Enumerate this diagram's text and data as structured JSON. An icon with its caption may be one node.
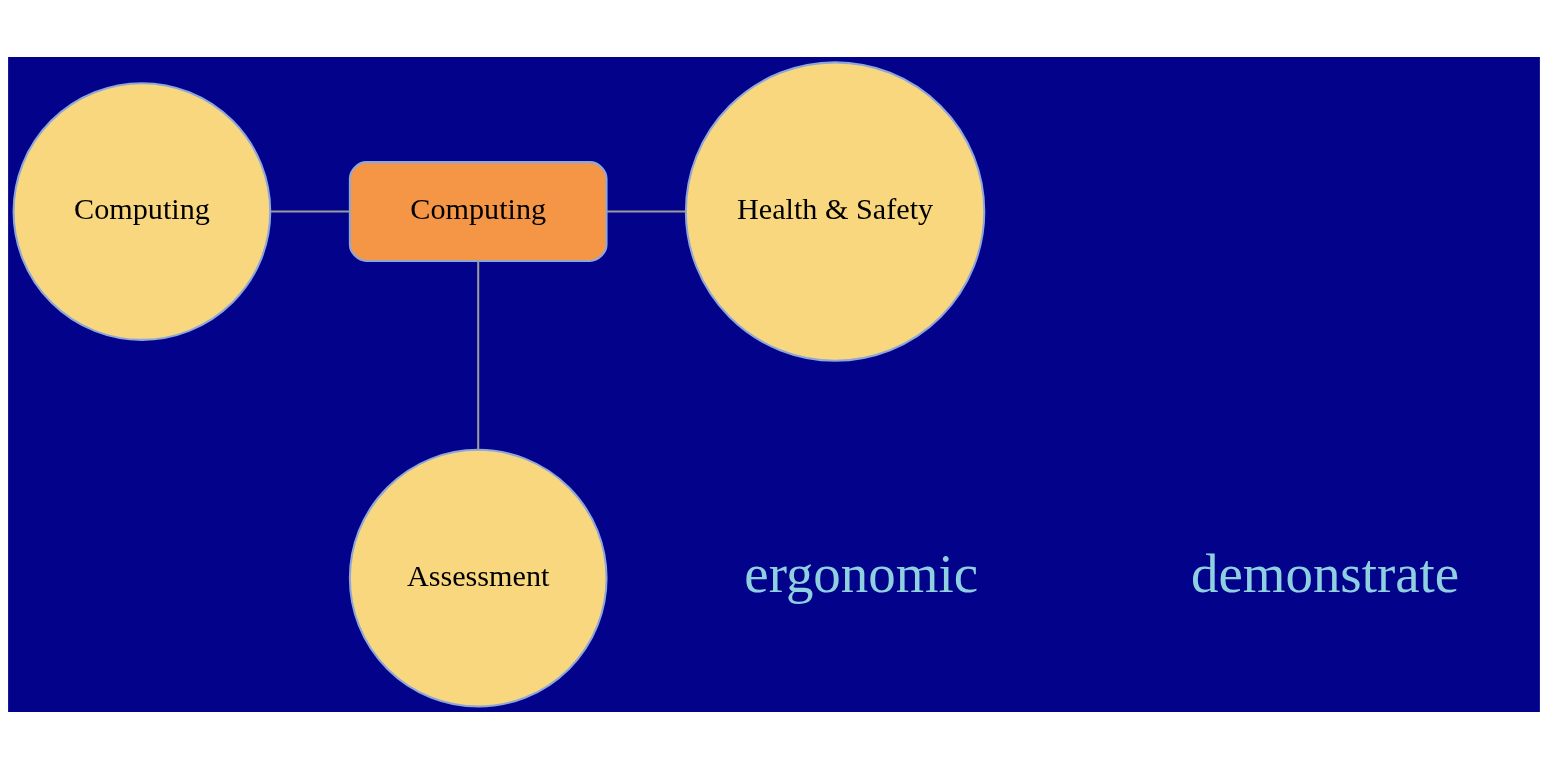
{
  "diagram": {
    "nodes": [
      {
        "text": [
          "Computing"
        ]
      },
      {
        "text": [
          "Computing"
        ]
      },
      {
        "text": [
          "Health & Safety"
        ]
      },
      {
        "text": [
          "Assessment"
        ]
      }
    ],
    "edges": [
      {
        "from": 0,
        "to": 1,
        "arrow": "none"
      },
      {
        "from": 1,
        "to": 2,
        "arrow": "none"
      },
      {
        "from": 1,
        "to": 3,
        "arrow": "none"
      }
    ],
    "labels": [
      "ergonomic",
      "demonstrate"
    ]
  }
}
